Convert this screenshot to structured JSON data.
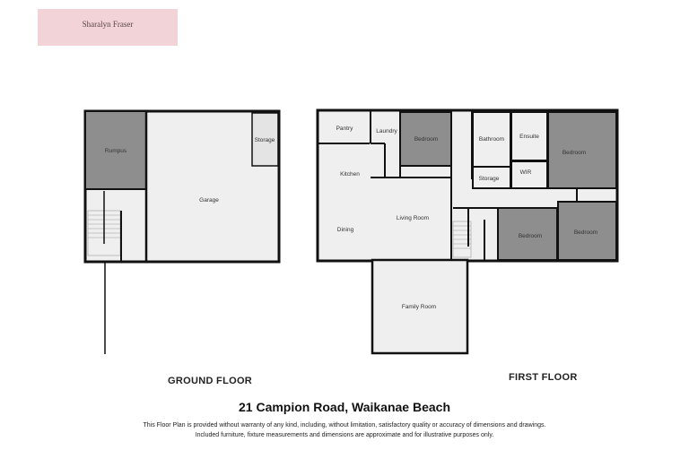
{
  "logo": {
    "text": "Sharalyn Fraser"
  },
  "ground_floor": {
    "label": "GROUND FLOOR",
    "rooms": {
      "rumpus": "Rumpus",
      "garage": "Garage",
      "storage": "Storage"
    }
  },
  "first_floor": {
    "label": "FIRST FLOOR",
    "rooms": {
      "pantry": "Pantry",
      "laundry": "Laundry",
      "bedroom1": "Bedroom",
      "kitchen": "Kitchen",
      "dining": "Dining",
      "living": "Living Room",
      "bathroom": "Bathroom",
      "ensuite": "Ensuite",
      "bedroom2": "Bedroom",
      "wir": "WIR",
      "storage": "Storage",
      "bedroom3": "Bedroom",
      "bedroom4": "Bedroom",
      "family": "Family Room"
    }
  },
  "title": "21 Campion Road, Waikanae Beach",
  "disclaimer": [
    "This Floor Plan is provided without warranty of any kind, including, without limitation, satisfactory quality or accuracy of dimensions and drawings.",
    "Included furniture, fixture measurements and dimensions are approximate and for illustrative purposes only."
  ],
  "colors": {
    "wall": "#111111",
    "room_light": "#efefef",
    "room_dark": "#8e8e8e",
    "logo_bg": "#f2d3d7"
  }
}
